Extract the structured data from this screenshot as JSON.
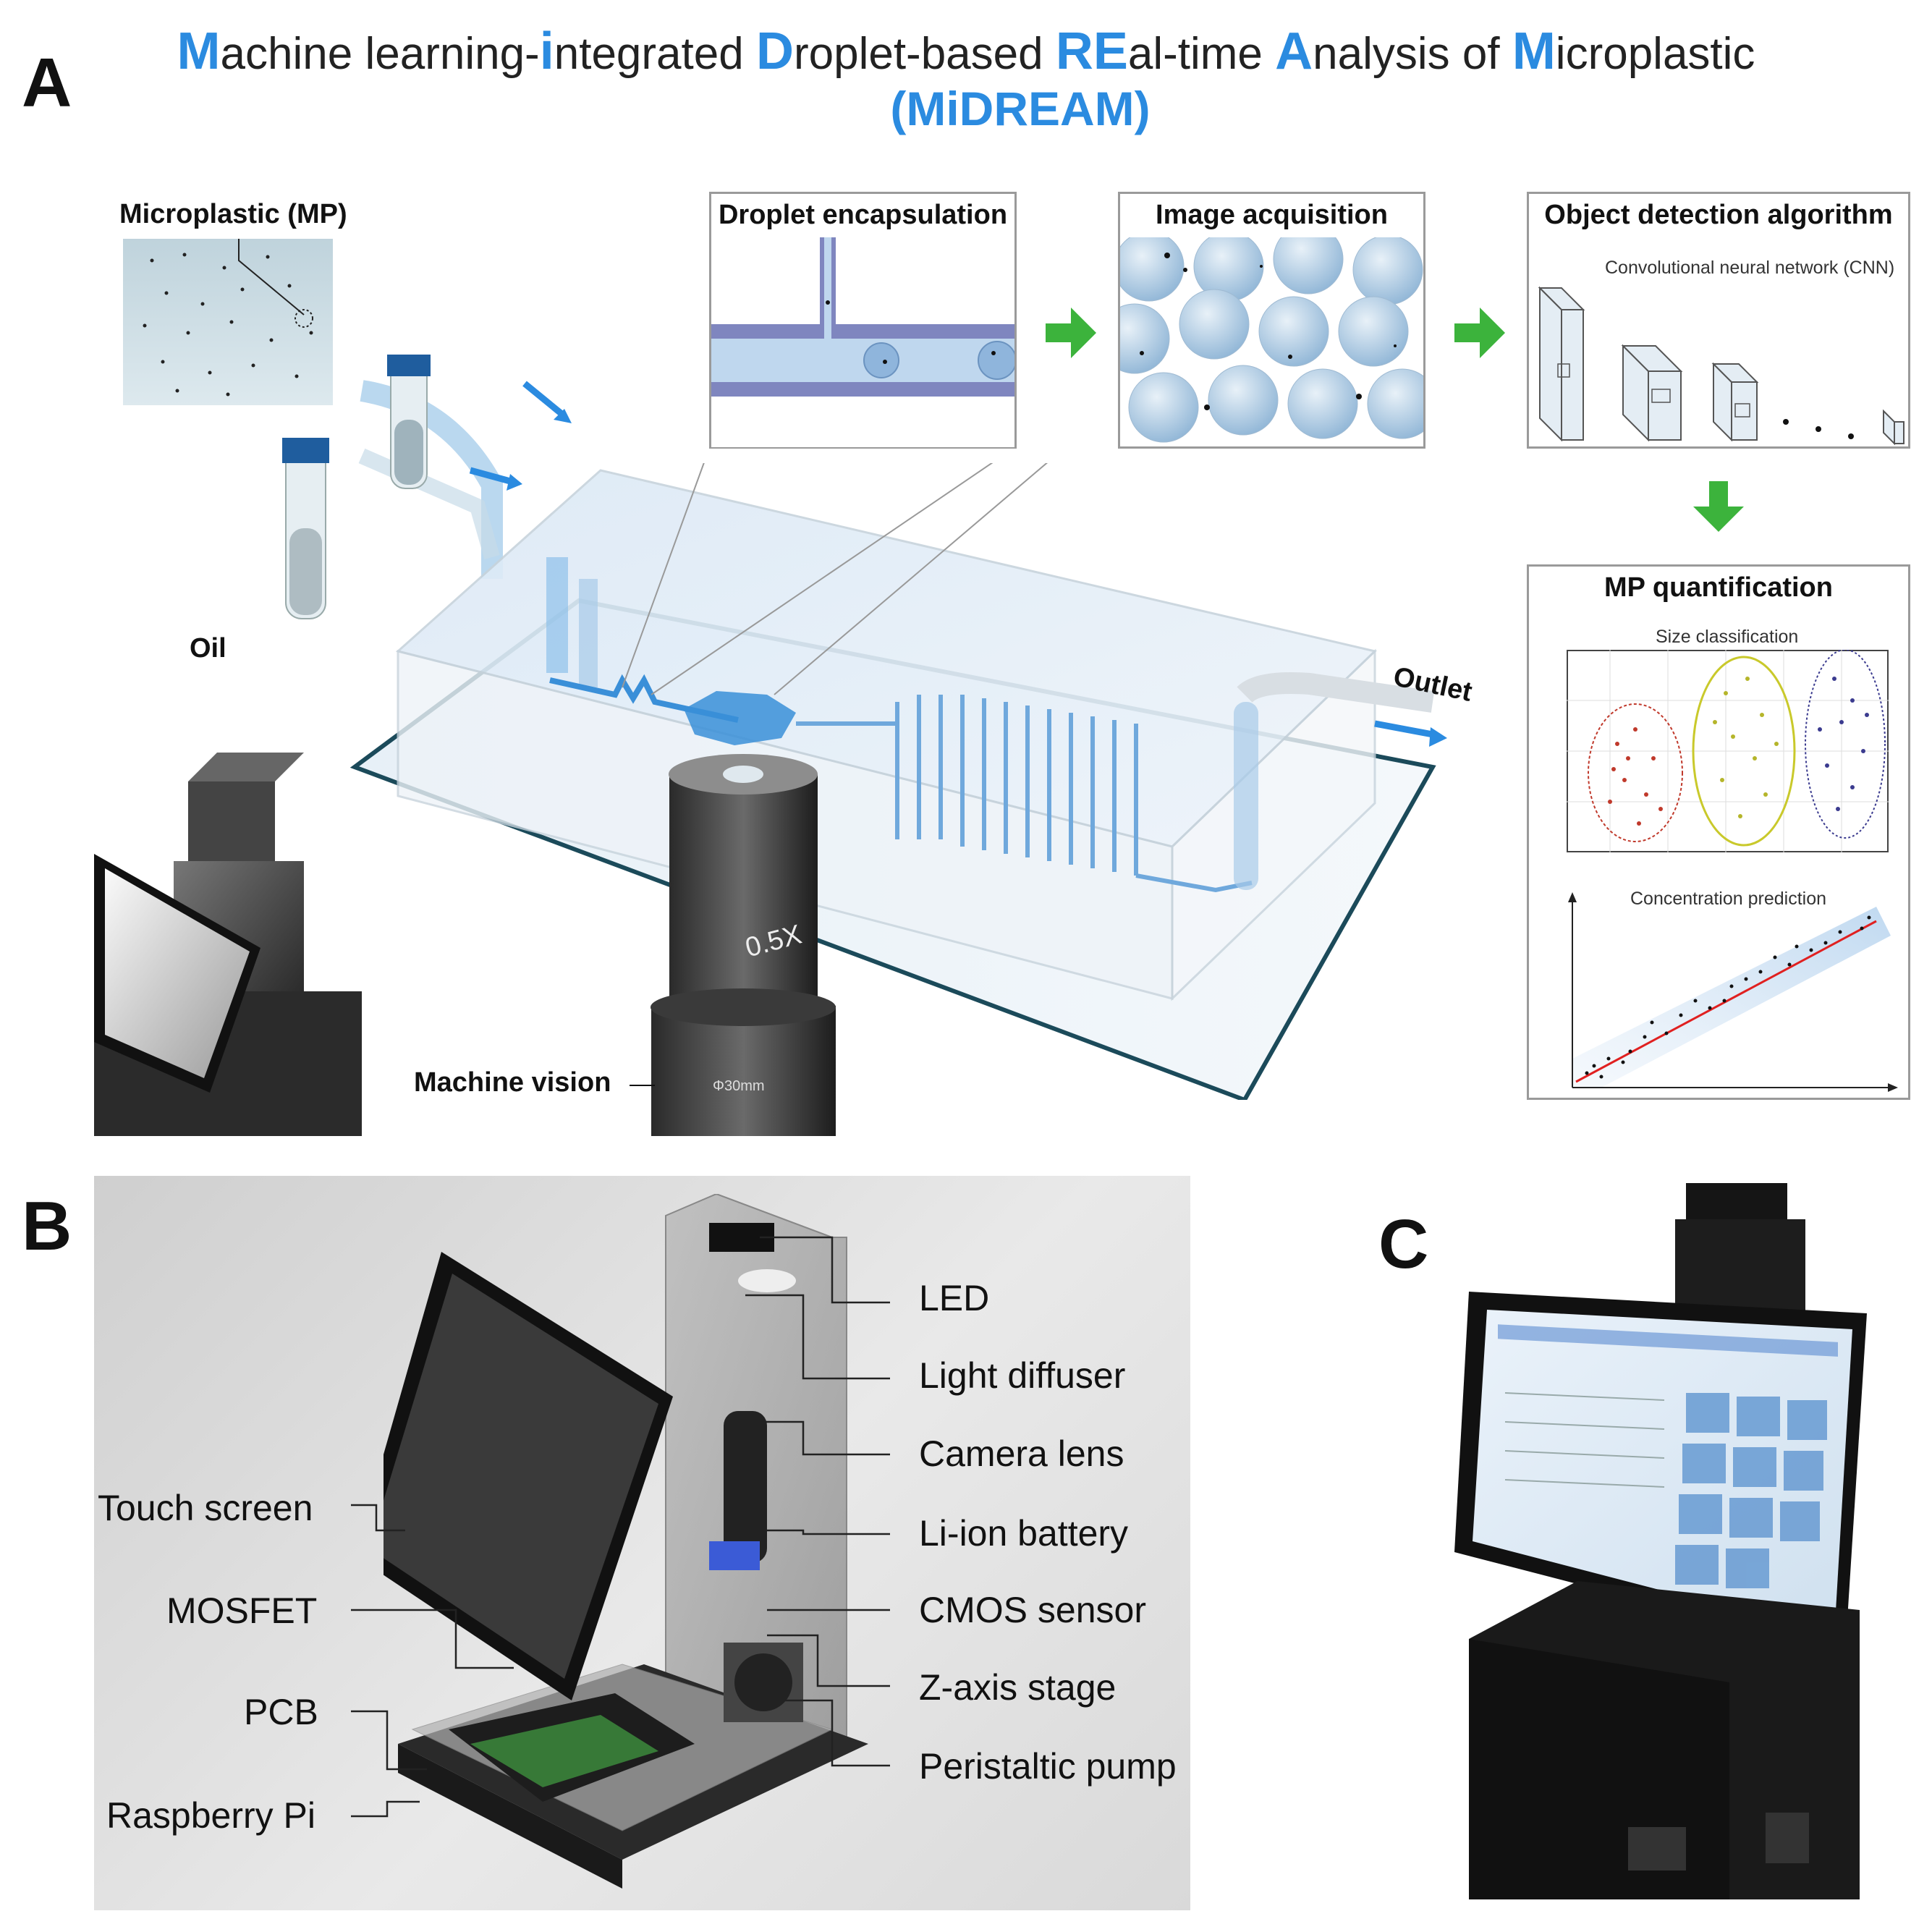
{
  "figure": {
    "title_parts": [
      {
        "text": "M",
        "hl": true
      },
      {
        "text": "achine learning-",
        "hl": false
      },
      {
        "text": "i",
        "hl": true
      },
      {
        "text": "ntegrated ",
        "hl": false
      },
      {
        "text": "D",
        "hl": true
      },
      {
        "text": "roplet-based ",
        "hl": false
      },
      {
        "text": "RE",
        "hl": true
      },
      {
        "text": "al-time ",
        "hl": false
      },
      {
        "text": "A",
        "hl": true
      },
      {
        "text": "nalysis of ",
        "hl": false
      },
      {
        "text": "M",
        "hl": true
      },
      {
        "text": "icroplastic",
        "hl": false
      }
    ],
    "acronym": "(MiDREAM)",
    "accent_color": "#2b8be0",
    "arrow_color": "#3cb33c"
  },
  "panelA": {
    "letter": "A",
    "mp_label": "Microplastic (MP)",
    "oil_label": "Oil",
    "outlet_label": "Outlet",
    "machine_vision_label": "Machine vision",
    "lens_mag": "0.5X",
    "lens_dia": "Φ30mm",
    "boxes": {
      "droplet": "Droplet encapsulation",
      "image": "Image acquisition",
      "detection": "Object detection algorithm",
      "cnn": "Convolutional neural network (CNN)",
      "quant": "MP quantification",
      "size": "Size classification",
      "conc": "Concentration prediction"
    }
  },
  "panelB": {
    "letter": "B",
    "left_labels": [
      "Touch screen",
      "MOSFET",
      "PCB",
      "Raspberry Pi"
    ],
    "right_labels": [
      "LED",
      "Light diffuser",
      "Camera lens",
      "Li-ion battery",
      "CMOS sensor",
      "Z-axis stage",
      "Peristaltic pump"
    ]
  },
  "panelC": {
    "letter": "C"
  }
}
